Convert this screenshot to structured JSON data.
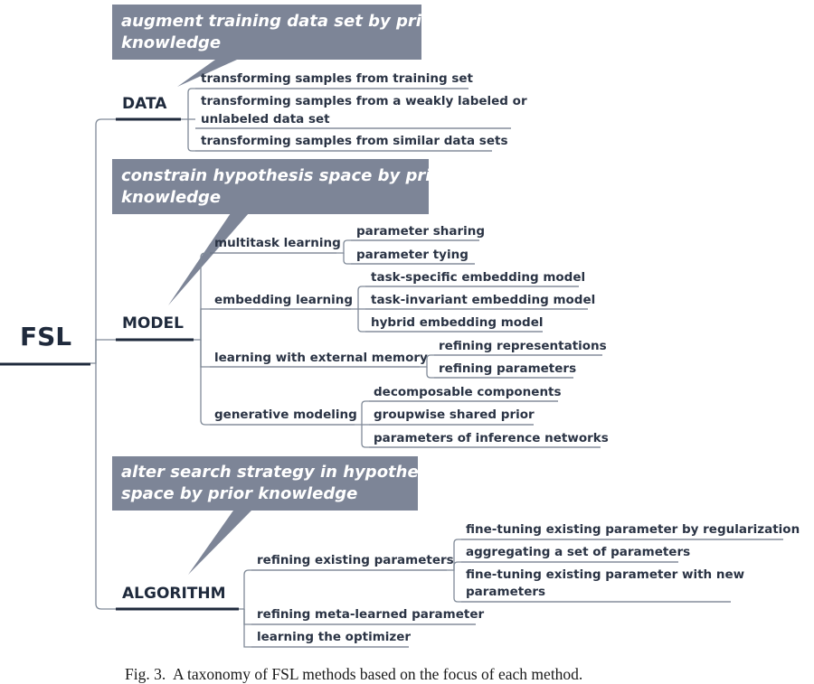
{
  "root": {
    "label": "FSL"
  },
  "categories": {
    "data": {
      "label": "DATA",
      "callout": [
        "augment training data set by prior",
        "knowledge"
      ],
      "items": [
        [
          "transforming samples from training set"
        ],
        [
          "transforming samples from a weakly labeled or",
          "unlabeled data set"
        ],
        [
          "transforming samples from similar data sets"
        ]
      ]
    },
    "model": {
      "label": "MODEL",
      "callout": [
        "constrain hypothesis space by prior",
        "knowledge"
      ],
      "groups": [
        {
          "label": "multitask learning",
          "items": [
            "parameter sharing",
            "parameter tying"
          ]
        },
        {
          "label": "embedding learning",
          "items": [
            "task-specific embedding model",
            "task-invariant embedding model",
            "hybrid embedding model"
          ]
        },
        {
          "label": "learning with external memory",
          "items": [
            "refining representations",
            "refining parameters"
          ]
        },
        {
          "label": "generative modeling",
          "items": [
            "decomposable components",
            "groupwise shared prior",
            "parameters of inference networks"
          ]
        }
      ]
    },
    "algorithm": {
      "label": "ALGORITHM",
      "callout": [
        "alter search strategy in hypothesis",
        "space by prior knowledge"
      ],
      "groups": [
        {
          "label": "refining existing parameters",
          "items": [
            [
              "fine-tuning existing parameter by regularization"
            ],
            [
              "aggregating a set of parameters"
            ],
            [
              "fine-tuning existing parameter with new",
              "parameters"
            ]
          ]
        },
        {
          "label": "refining meta-learned parameter"
        },
        {
          "label": "learning the optimizer"
        }
      ]
    }
  },
  "caption": "Fig. 3.  A taxonomy of FSL methods based on the focus of each method.",
  "colors": {
    "callout_fill": "#7d8597",
    "line": "#7f8997",
    "text": "#2a3344",
    "root_line": "#1f2a3c"
  }
}
